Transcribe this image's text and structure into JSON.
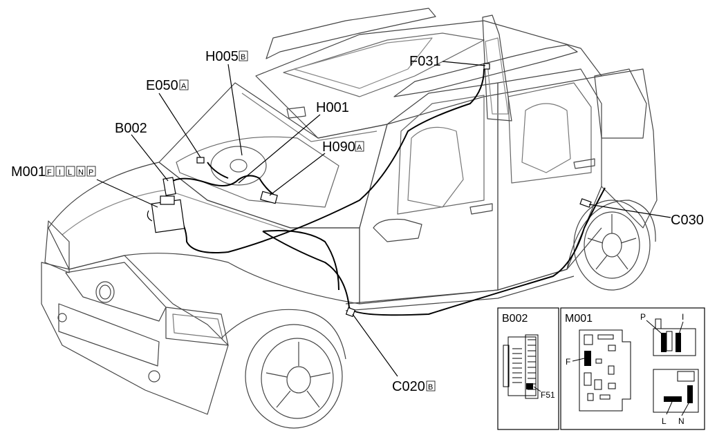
{
  "callouts": {
    "h005": {
      "code": "H005",
      "variant": "B"
    },
    "e050": {
      "code": "E050",
      "variant": "A"
    },
    "h001": {
      "code": "H001"
    },
    "b002": {
      "code": "B002"
    },
    "h090": {
      "code": "H090",
      "variant": "A"
    },
    "m001": {
      "code": "M001",
      "variants": [
        "F",
        "I",
        "L",
        "N",
        "P"
      ]
    },
    "f031": {
      "code": "F031"
    },
    "c030": {
      "code": "C030"
    },
    "c020": {
      "code": "C020",
      "variant": "B"
    }
  },
  "insets": {
    "b002": {
      "title": "B002",
      "pin_label": "F51"
    },
    "m001": {
      "title": "M001",
      "pins": {
        "p": "P",
        "i": "I",
        "f": "F",
        "l": "L",
        "n": "N"
      }
    }
  }
}
